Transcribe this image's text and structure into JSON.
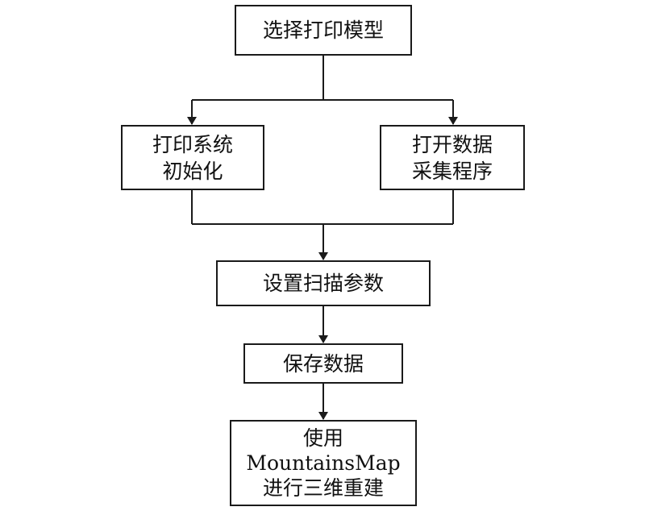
{
  "nodes": {
    "select_model": "选择打印模型",
    "init_system": [
      "打印系统",
      "初始化"
    ],
    "open_program": [
      "打开数据",
      "采集程序"
    ],
    "set_params": "设置扫描参数",
    "save_data": "保存数据",
    "reconstruct": [
      "使用",
      "MountainsMap",
      "进行三维重建"
    ]
  }
}
